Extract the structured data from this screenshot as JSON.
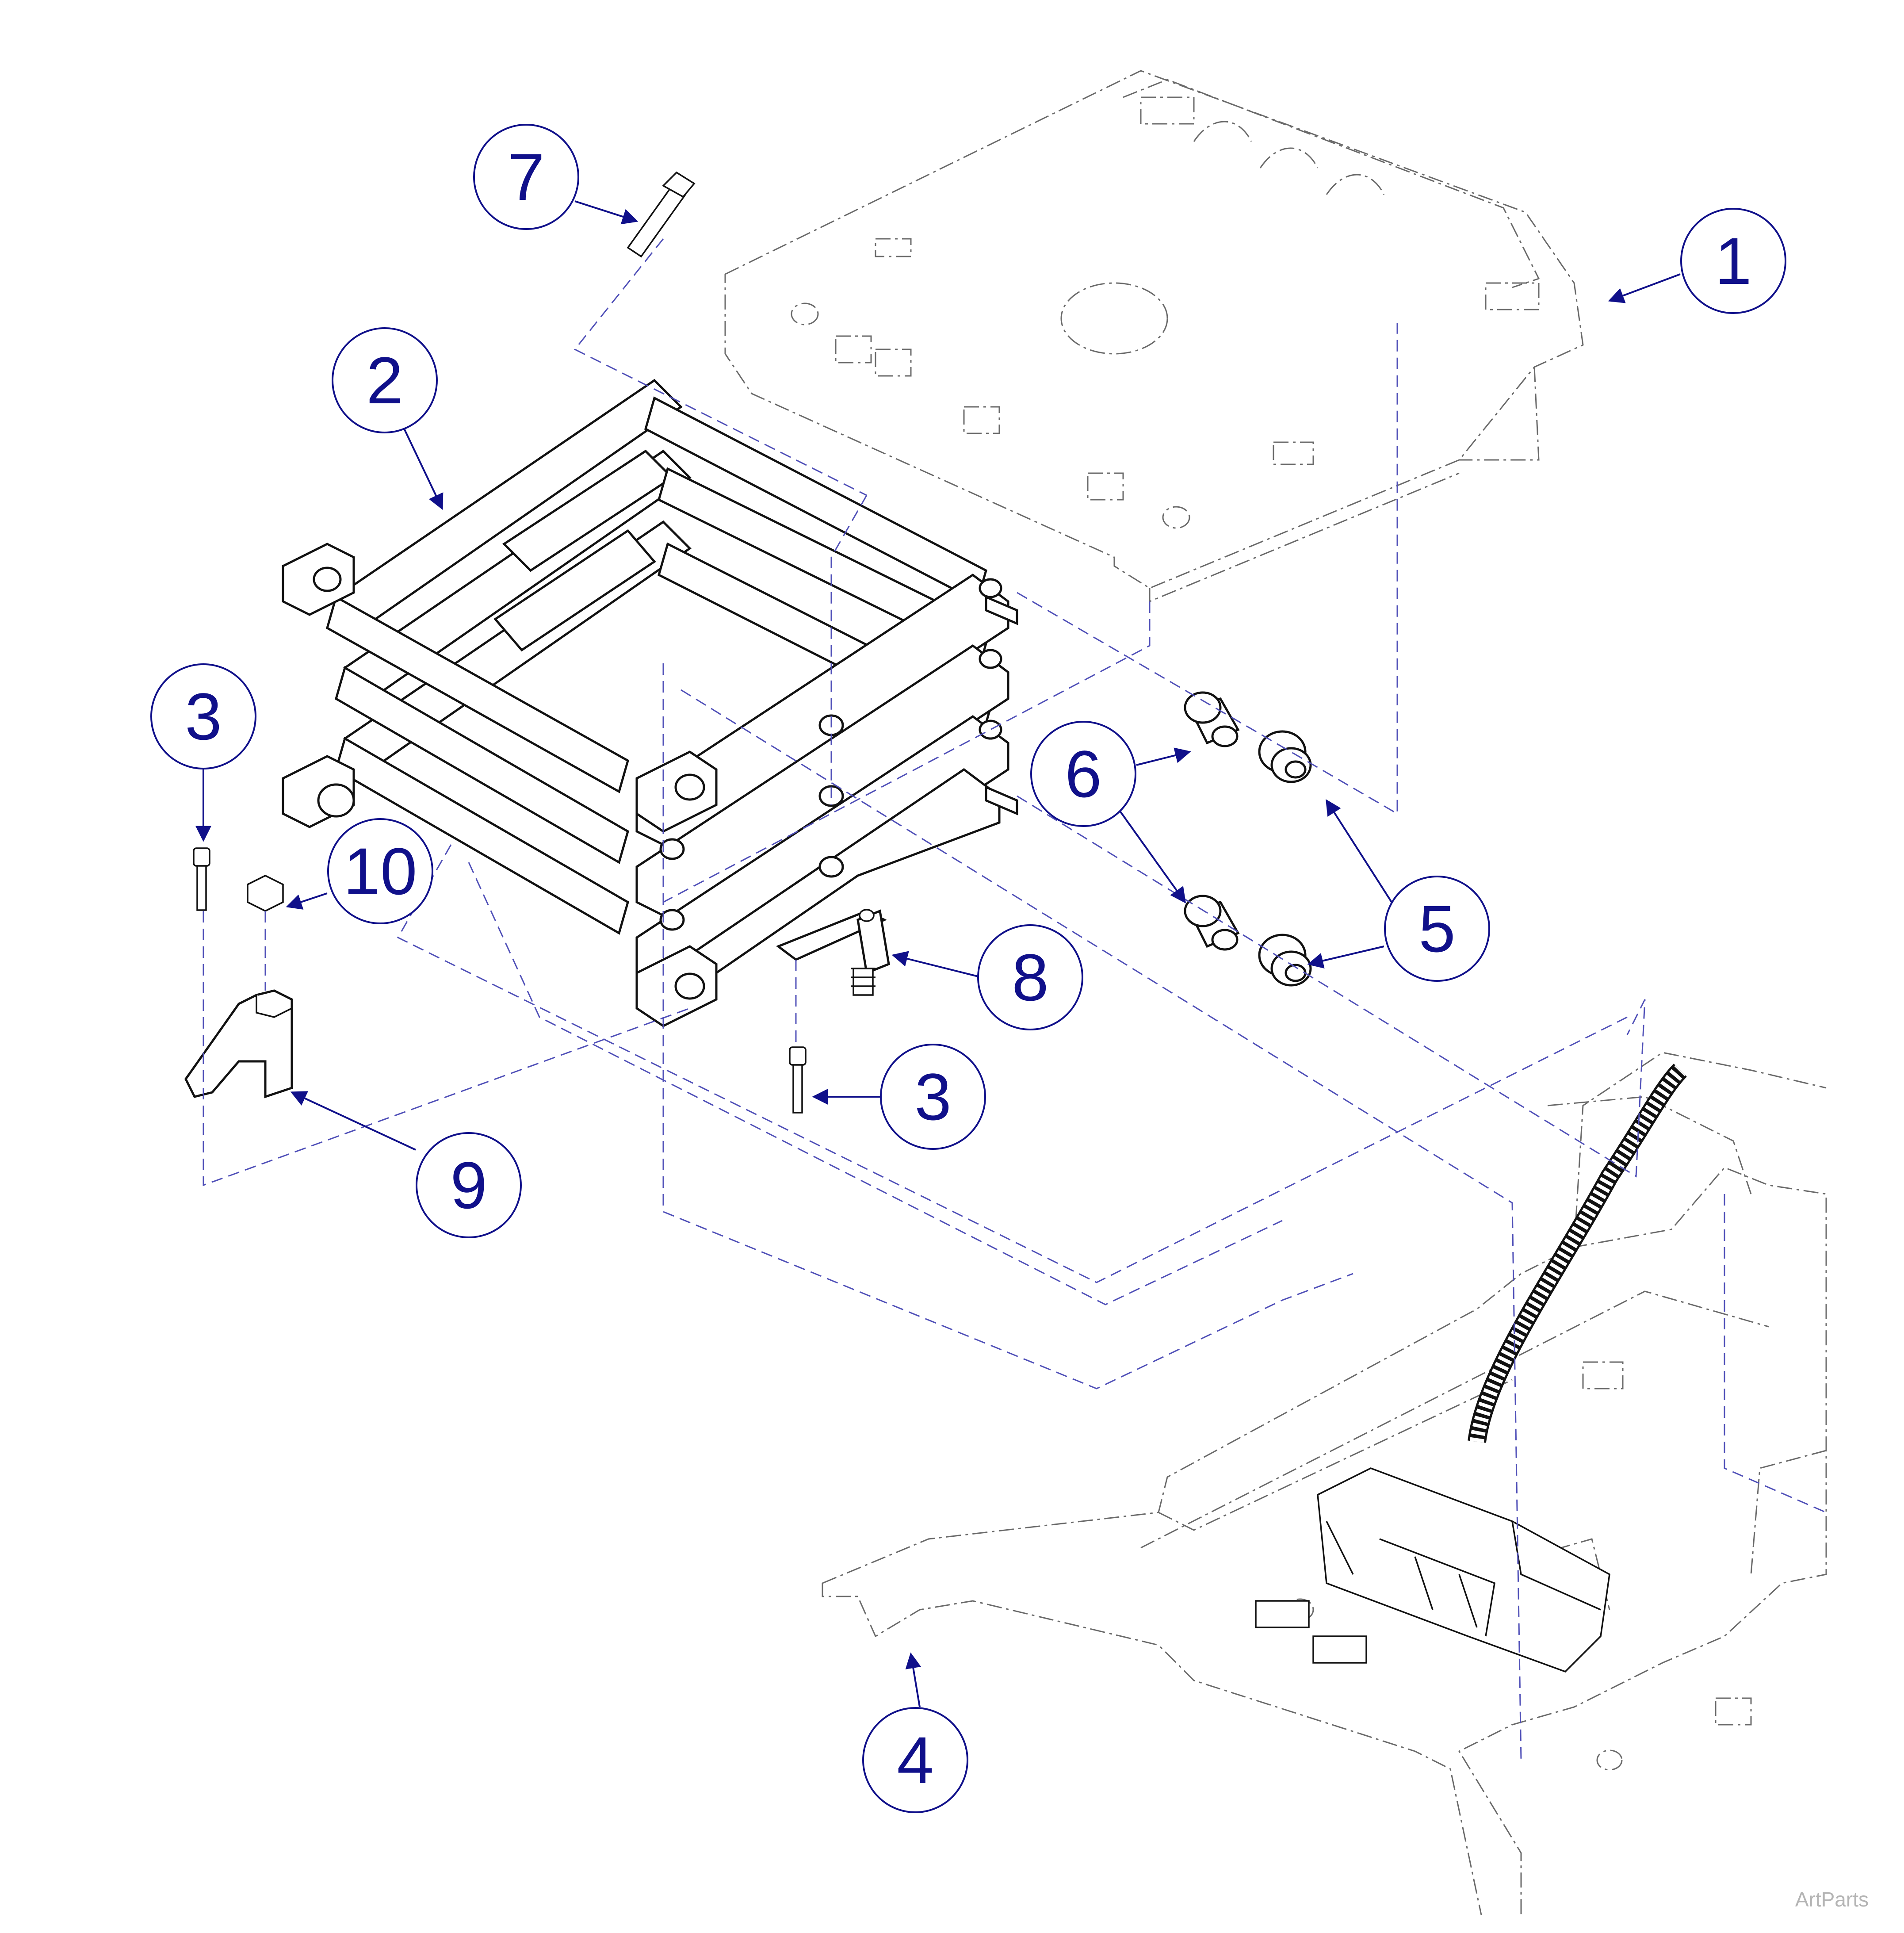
{
  "callouts": [
    {
      "label": "1",
      "part": "seat-top-plate"
    },
    {
      "label": "2",
      "part": "lift-linkage-assembly"
    },
    {
      "label": "3",
      "part": "socket-head-screw"
    },
    {
      "label": "3",
      "part": "socket-head-screw"
    },
    {
      "label": "4",
      "part": "base-frame"
    },
    {
      "label": "5",
      "part": "flanged-bushing"
    },
    {
      "label": "6",
      "part": "bearing-sleeve"
    },
    {
      "label": "7",
      "part": "long-bolt"
    },
    {
      "label": "8",
      "part": "limit-switch-bracket"
    },
    {
      "label": "9",
      "part": "mounting-bracket"
    },
    {
      "label": "10",
      "part": "clip-nut"
    }
  ],
  "watermark": "ArtParts",
  "colors": {
    "callout": "#10108a",
    "assembly_line": "#5050b8",
    "ghost_part": "#6a6a6a",
    "solid_part": "#111111"
  }
}
